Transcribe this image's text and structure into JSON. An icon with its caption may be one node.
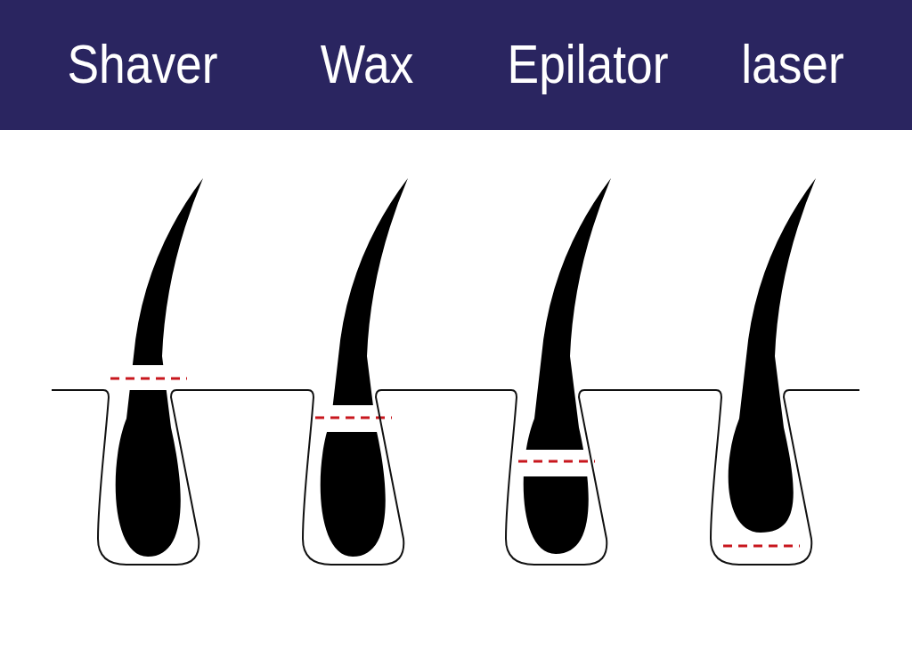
{
  "diagram": {
    "labels": [
      "Shaver",
      "Wax",
      "Epilator",
      "laser"
    ]
  }
}
